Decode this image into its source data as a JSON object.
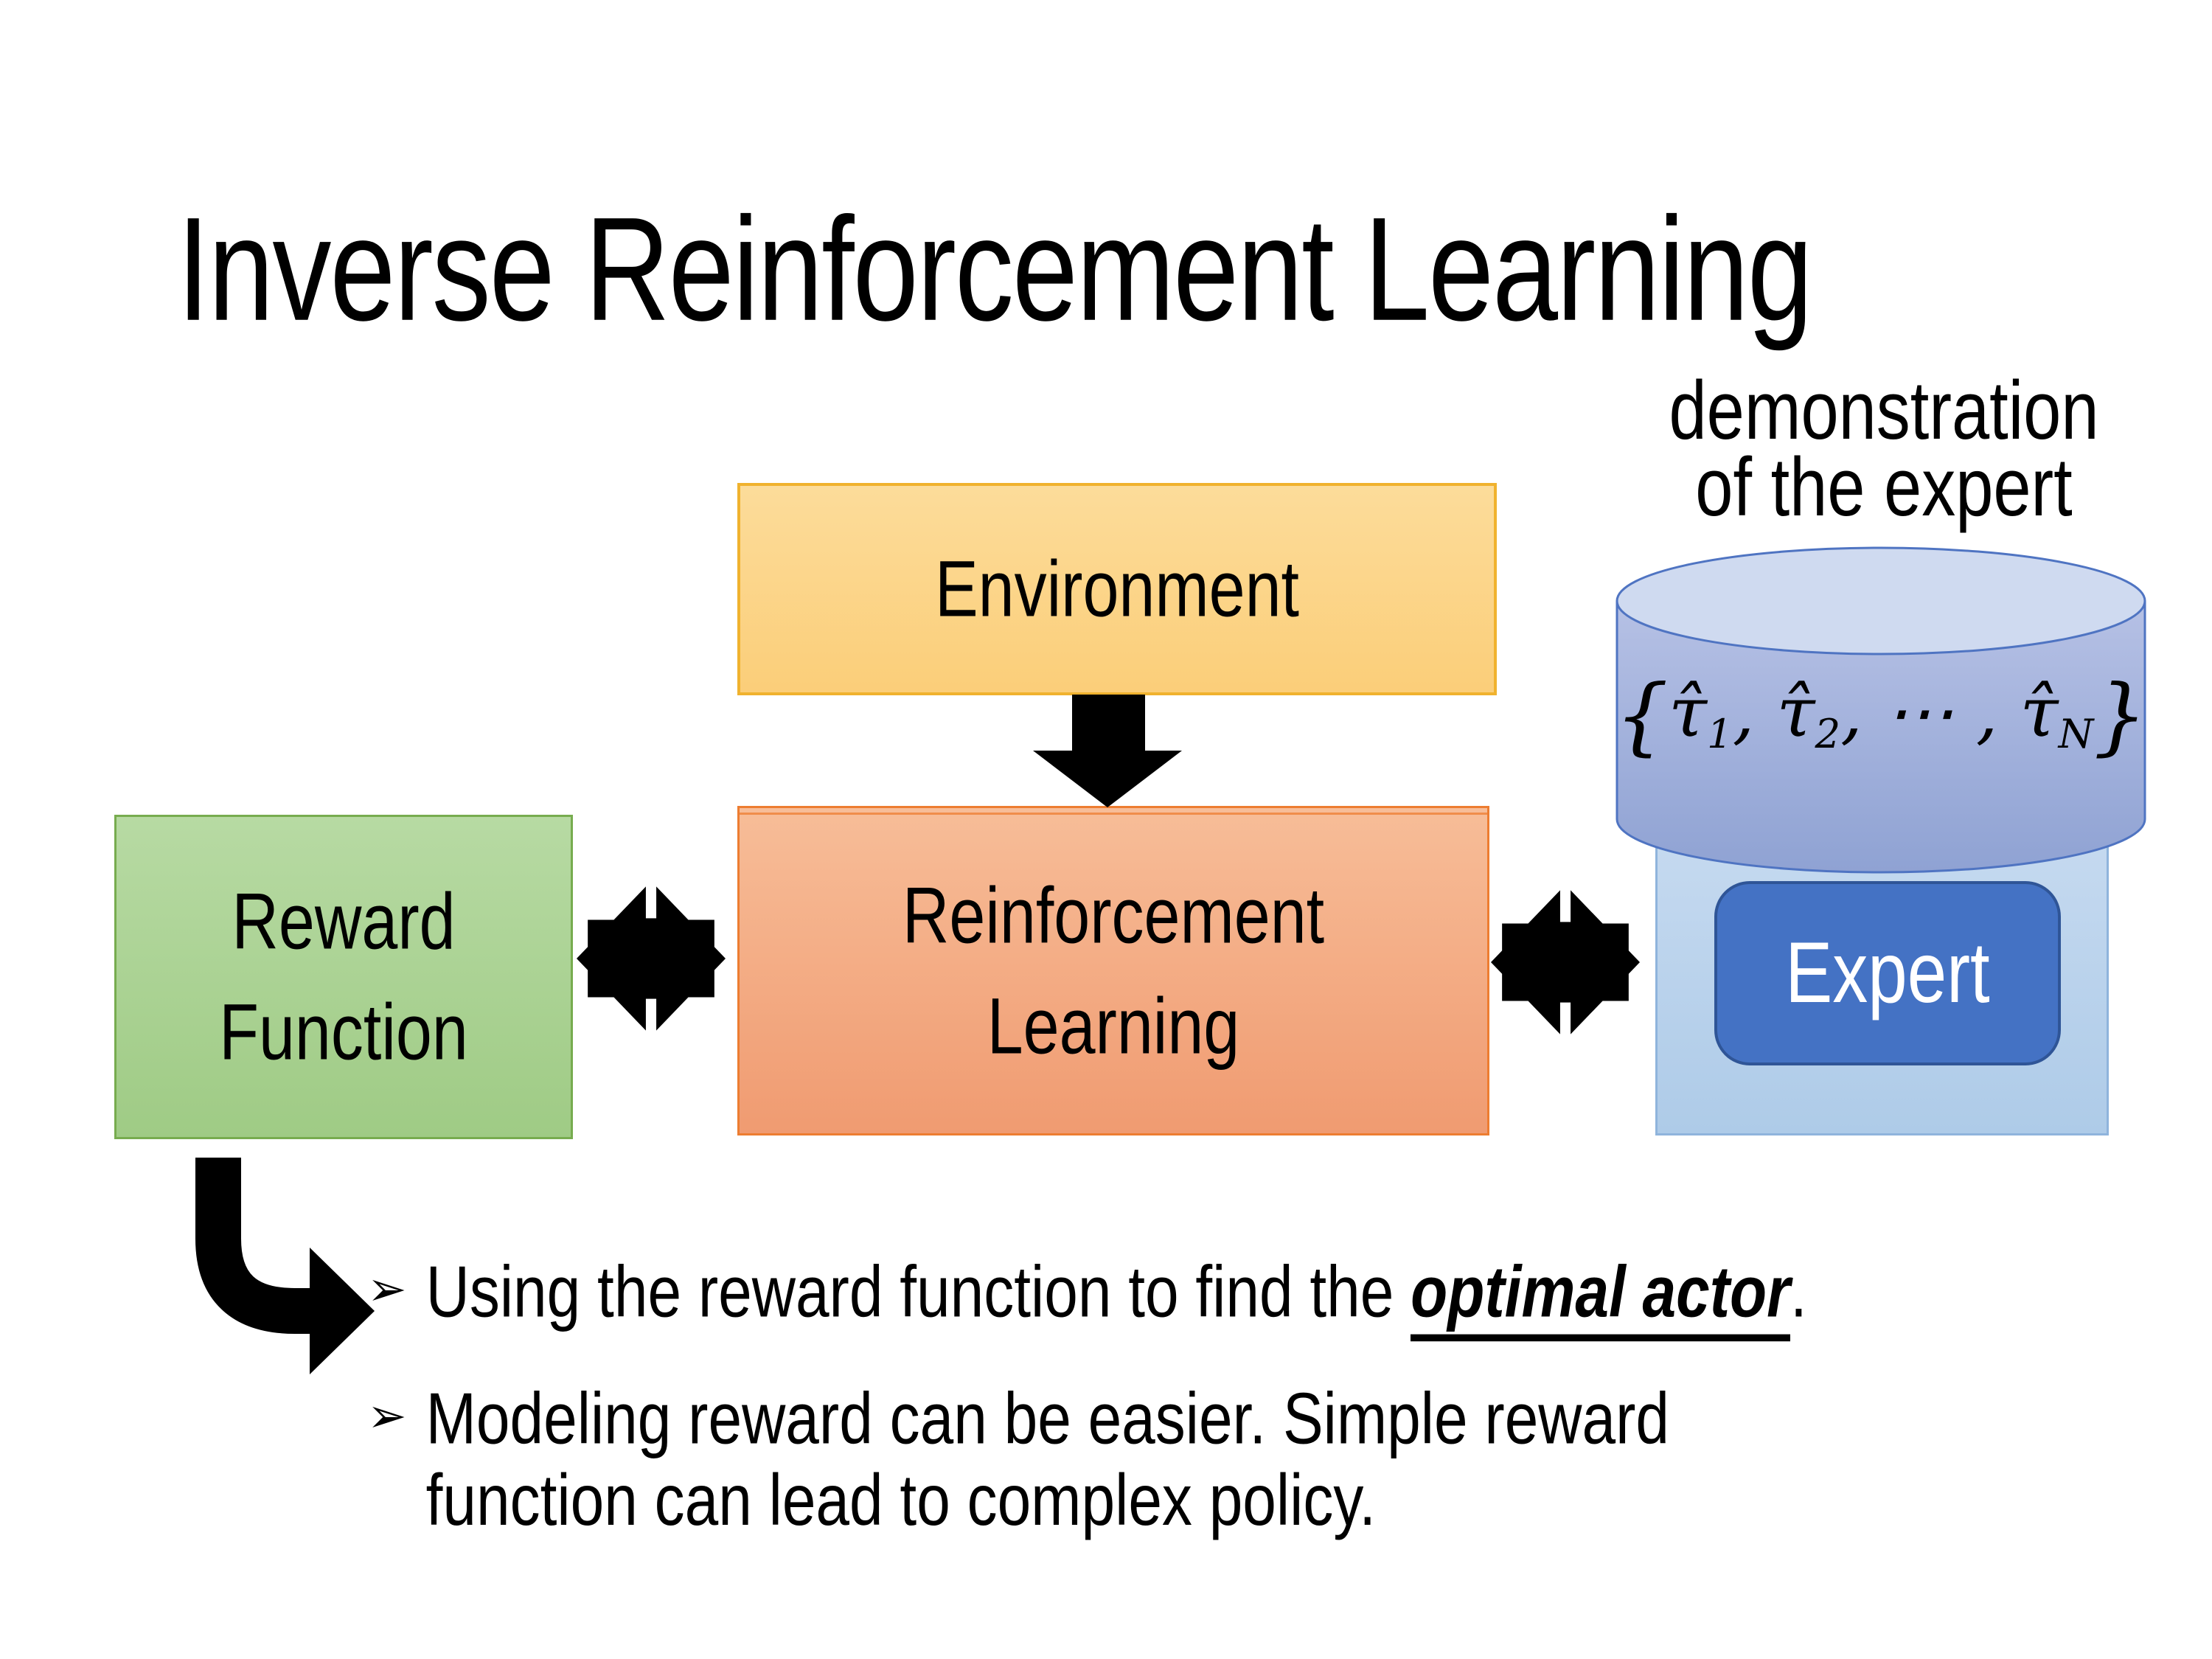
{
  "palette": {
    "environment_fill_top": "#FCDC9A",
    "environment_fill_bottom": "#FBCE79",
    "environment_border": "#F0B22E",
    "reward_fill_top": "#B7DAA3",
    "reward_fill_bottom": "#9FCB85",
    "reward_border": "#77AC4F",
    "rl_fill_top": "#F7BD98",
    "rl_fill_bottom": "#F09B71",
    "rl_border": "#ED7D31",
    "expert_container_fill": "#BDD5EC",
    "expert_container_border": "#8FB4DC",
    "expert_fill": "#4472C4",
    "expert_border": "#2F5597",
    "cylinder_body_top": "#B6C1E5",
    "cylinder_body_bottom": "#8FA2D3",
    "cylinder_top_ellipse": "#CFDAF0",
    "cylinder_stroke": "#4F74C2",
    "arrow_color": "#000000",
    "text_color": "#000000"
  },
  "slide": {
    "title": "Inverse Reinforcement Learning",
    "caption": {
      "line1": "demonstration",
      "line2": "of the expert"
    },
    "environment": {
      "label": "Environment"
    },
    "reward": {
      "line1": "Reward",
      "line2": "Function"
    },
    "rl": {
      "line1": "Reinforcement",
      "line2": "Learning"
    },
    "expert": {
      "label": "Expert"
    },
    "formula": {
      "open": "{",
      "tau1": "τ̂",
      "sub1": "1",
      "comma1": ", ",
      "tau2": "τ̂",
      "sub2": "2",
      "dots": ", ⋯ , ",
      "tauN": "τ̂",
      "subN": "N",
      "close": "}"
    },
    "bullets": {
      "b1": {
        "marker": "➢",
        "pre": "Using the reward function to find the ",
        "em": "optimal actor",
        "post": "."
      },
      "b2": {
        "marker": "➢",
        "line1": "Modeling reward can be easier. Simple reward",
        "line2": "function can lead to complex policy."
      }
    }
  }
}
